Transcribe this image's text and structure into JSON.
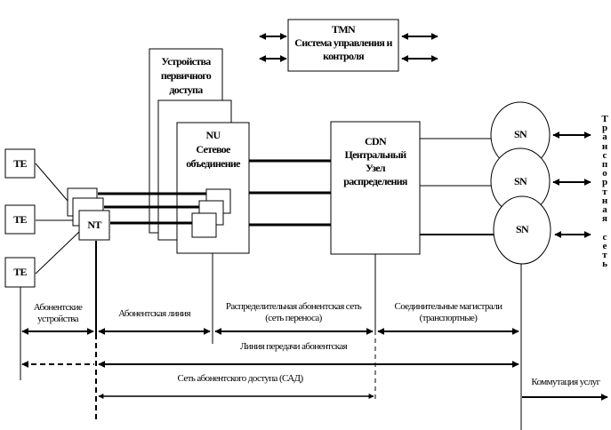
{
  "diagram": {
    "tmn": {
      "title": "TMN",
      "line1": "Система управления и",
      "line2": "контроля"
    },
    "primary_access": {
      "line1": "Устройства",
      "line2": "первичного",
      "line3": "доступа"
    },
    "nu": {
      "title": "NU",
      "line1": "Сетевое",
      "line2": "объединение"
    },
    "cdn": {
      "title": "CDN",
      "line1": "Центральный",
      "line2": "Узел",
      "line3": "распределения"
    },
    "te_labels": [
      "TE",
      "TE",
      "TE"
    ],
    "nt_label": "NT",
    "sn_labels": [
      "SN",
      "SN",
      "SN"
    ],
    "transport_network_vertical": "Т\nр\nа\nн\nс\nп\nо\nр\nт\nн\nа\nя\n\nс\nе\nт\nь",
    "segments": {
      "subscriber_devices": {
        "line1": "Абонентские",
        "line2": "устройства"
      },
      "subscriber_line": "Абонентская линия",
      "distribution_network": {
        "line1": "Распределительная абонентская сеть",
        "line2": "(сеть переноса)"
      },
      "trunk_lines": {
        "line1": "Соединительные магистрали",
        "line2": "(транспортные)"
      },
      "subscriber_transmission_line": "Линия передачи абонентская",
      "access_network": "Сеть абонентского доступа (САД)",
      "service_switching": "Коммутация услуг"
    }
  }
}
